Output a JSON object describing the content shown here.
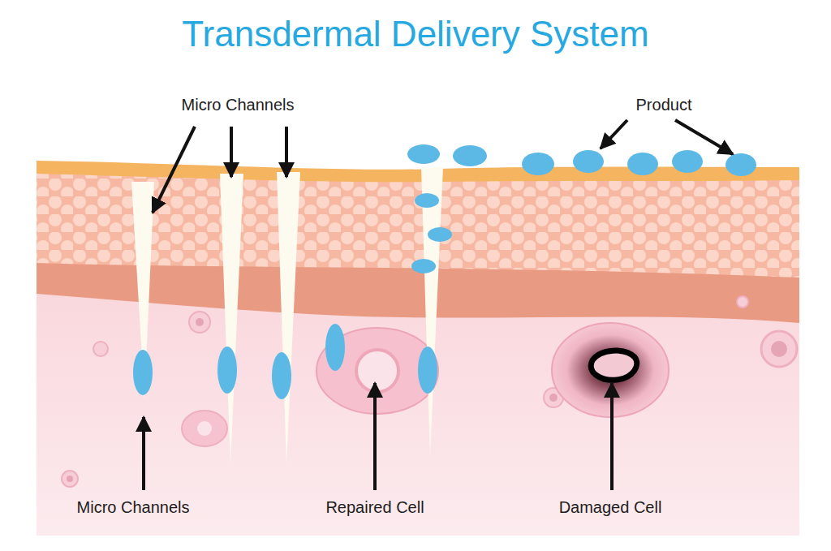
{
  "diagram": {
    "title": "Transdermal Delivery System",
    "labels": [
      "Micro Channels",
      "Product",
      "Micro Channels",
      "Repaired Cell",
      "Damaged Cell"
    ]
  }
}
